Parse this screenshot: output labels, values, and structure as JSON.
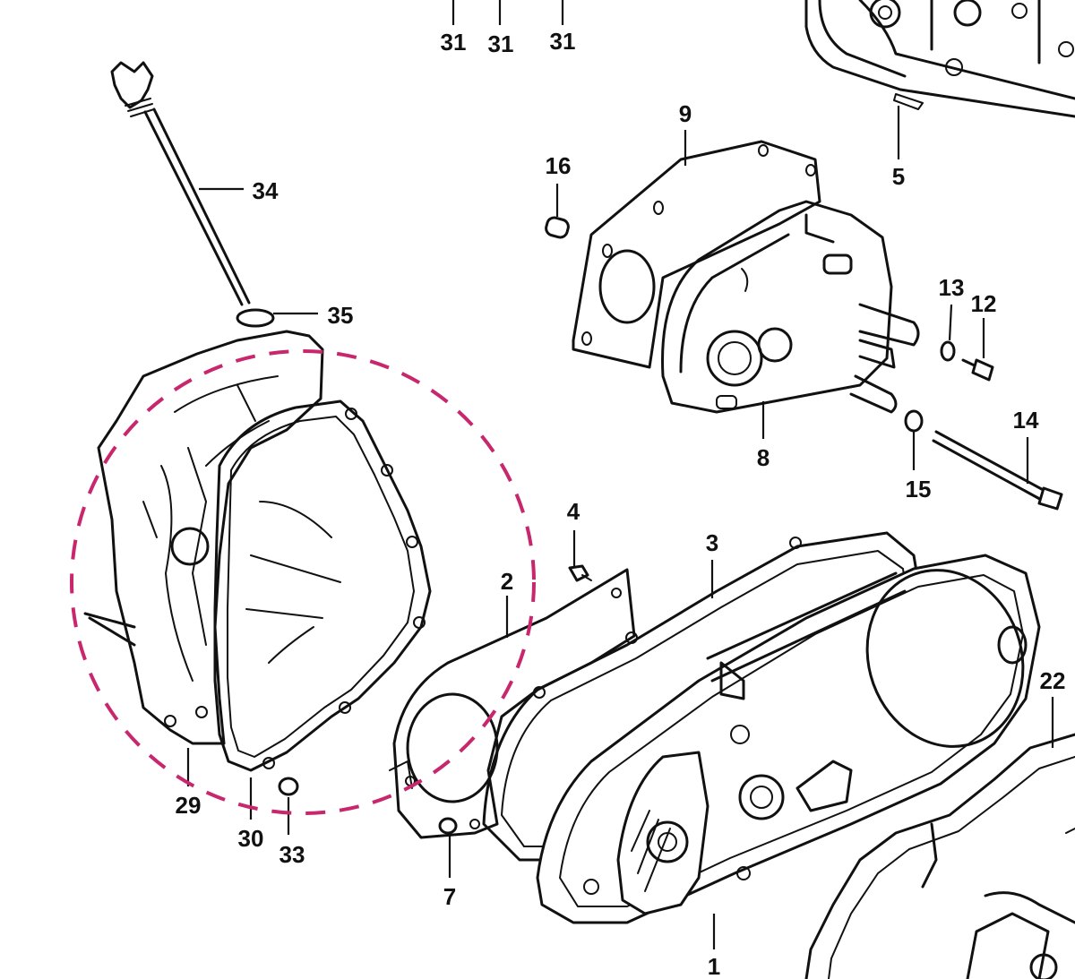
{
  "colors": {
    "line": "#111111",
    "highlight": "#c8276e",
    "background": "#ffffff"
  },
  "labels": [
    {
      "id": "31a",
      "text": "31"
    },
    {
      "id": "31b",
      "text": "31"
    },
    {
      "id": "31c",
      "text": "31"
    },
    {
      "id": "9",
      "text": "9"
    },
    {
      "id": "16",
      "text": "16"
    },
    {
      "id": "5",
      "text": "5"
    },
    {
      "id": "34",
      "text": "34"
    },
    {
      "id": "35",
      "text": "35"
    },
    {
      "id": "13",
      "text": "13"
    },
    {
      "id": "12",
      "text": "12"
    },
    {
      "id": "8",
      "text": "8"
    },
    {
      "id": "14",
      "text": "14"
    },
    {
      "id": "15",
      "text": "15"
    },
    {
      "id": "4",
      "text": "4"
    },
    {
      "id": "3",
      "text": "3"
    },
    {
      "id": "2",
      "text": "2"
    },
    {
      "id": "22",
      "text": "22"
    },
    {
      "id": "29",
      "text": "29"
    },
    {
      "id": "30",
      "text": "30"
    },
    {
      "id": "33",
      "text": "33"
    },
    {
      "id": "7",
      "text": "7"
    },
    {
      "id": "1",
      "text": "1"
    }
  ]
}
